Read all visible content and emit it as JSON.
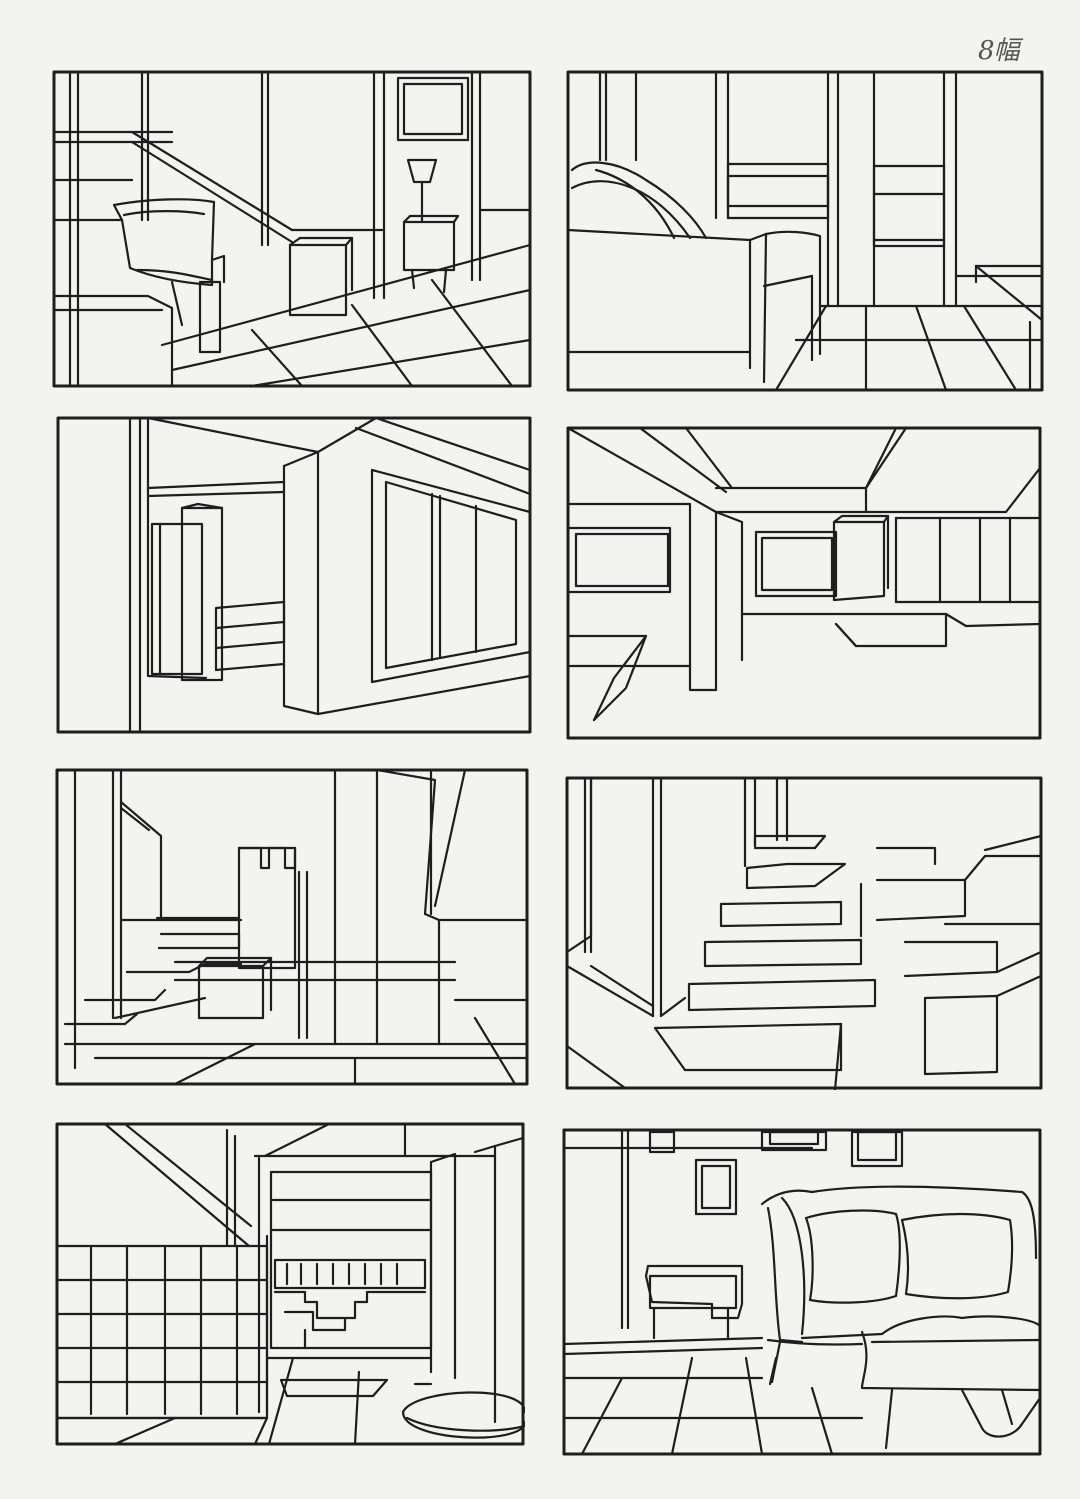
{
  "page": {
    "corner_note": "8幅",
    "background_color": "#f3f3f0",
    "line_color": "#1e1e1e"
  },
  "panels": [
    {
      "id": 1,
      "scene": "armchair-staircase-lamp"
    },
    {
      "id": 2,
      "scene": "sofa-window-tiled-floor"
    },
    {
      "id": 3,
      "scene": "wall-opening-window"
    },
    {
      "id": 4,
      "scene": "ceiling-beams-column"
    },
    {
      "id": 5,
      "scene": "stepped-blocks-interior"
    },
    {
      "id": 6,
      "scene": "staircase"
    },
    {
      "id": 7,
      "scene": "tiled-wall-corridor"
    },
    {
      "id": 8,
      "scene": "sofa-cushions-frames"
    }
  ]
}
